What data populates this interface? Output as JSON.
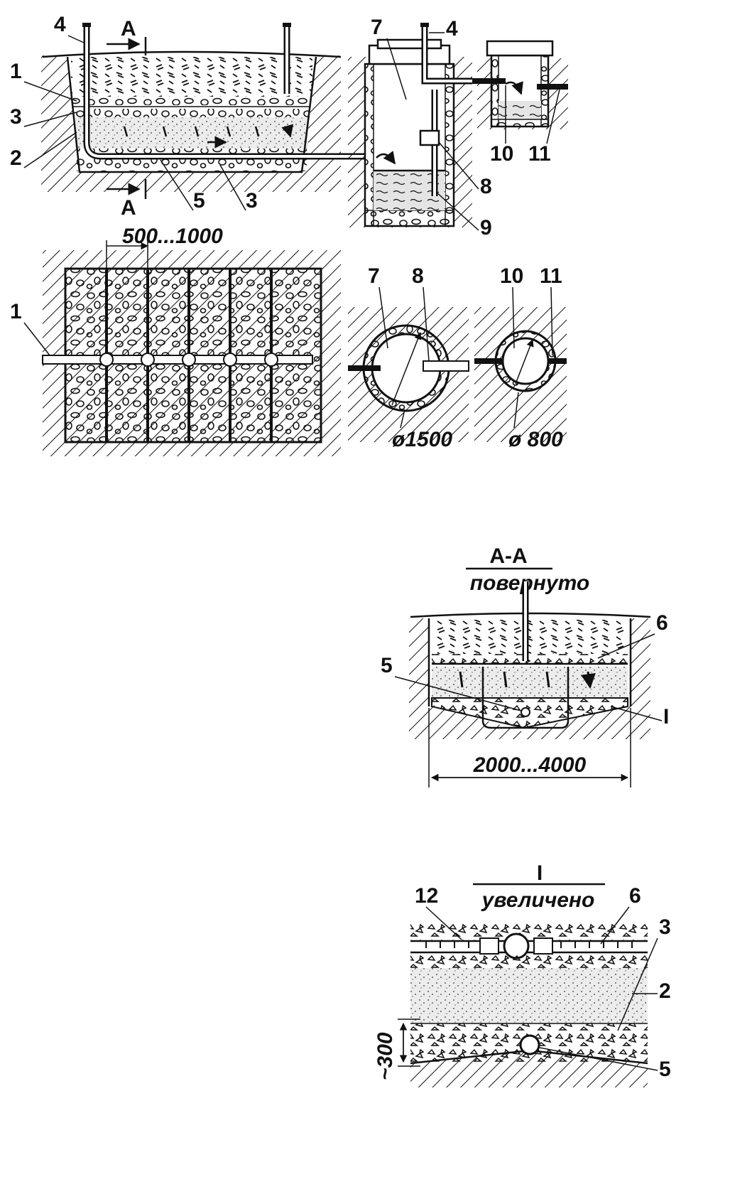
{
  "figure": {
    "top_section": {
      "callouts": {
        "c4a": "4",
        "c4b": "4",
        "c7": "7",
        "c1": "1",
        "c3": "3",
        "c2": "2",
        "c10": "10",
        "c11": "11",
        "c8": "8",
        "c5": "5",
        "c3b": "3",
        "c9": "9",
        "cA_top": "A",
        "cA_bottom": "A"
      }
    },
    "plan_section": {
      "dimension": "500...1000",
      "callouts": {
        "c1": "1",
        "c7": "7",
        "c8": "8",
        "c10": "10",
        "c11": "11"
      },
      "diameter_large": "ø1500",
      "diameter_small": "ø 800"
    },
    "section_aa": {
      "title": "А-А",
      "subtitle": "повернуто",
      "callouts": {
        "c6": "6",
        "c5": "5",
        "cI": "I"
      },
      "dimension": "2000...4000"
    },
    "detail_i": {
      "title": "I",
      "subtitle": "увеличено",
      "callouts": {
        "c12": "12",
        "c6": "6",
        "c3": "3",
        "c2": "2",
        "c5": "5"
      },
      "dimension": "~300"
    }
  }
}
